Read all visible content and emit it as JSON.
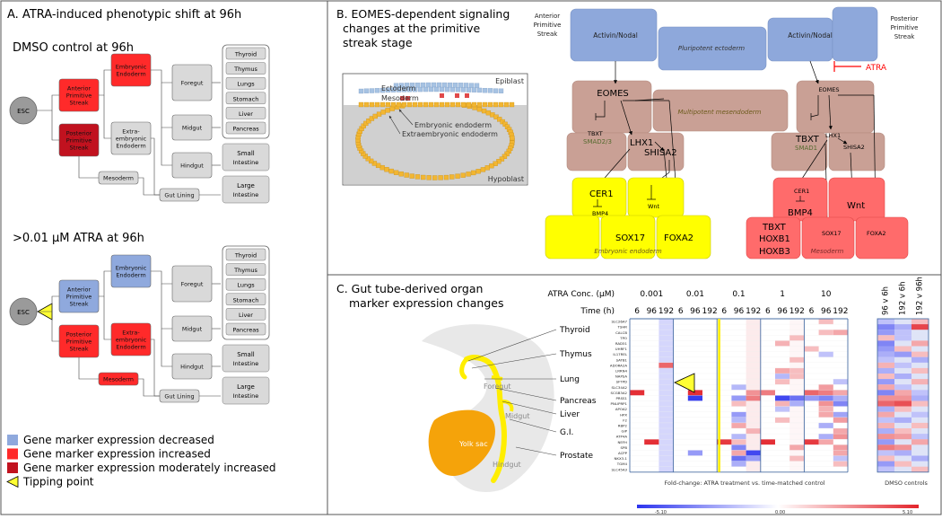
{
  "colors": {
    "decreased": "#8fa9dd",
    "increased": "#ff2a2a",
    "moderate": "#c1121f",
    "neutral": "#d9d9d9",
    "esc": "#9a9a9a",
    "tipping": "#ffff33",
    "activin": "#8ea8db",
    "meso": "#c9a095",
    "yellow": "#ffff00",
    "postred": "#ff6b6b",
    "atra": "#ff0000",
    "heat_blue": "#2c34ee",
    "heat_red": "#e3242b"
  },
  "panel_a": {
    "title": "A. ATRA-induced phenotypic shift at 96h",
    "subtitle_top": "DMSO control at 96h",
    "subtitle_bottom": ">0.01 µM ATRA at 96h",
    "esc": "ESC",
    "lineage": [
      "Anterior Primitive Streak",
      "Posterior Primitive Streak",
      "Embryonic Endoderm",
      "Extra- embryonic Endoderm",
      "Mesoderm",
      "Foregut",
      "Midgut",
      "Hindgut",
      "Gut Lining"
    ],
    "organs": [
      "Thyroid",
      "Thymus",
      "Lungs",
      "Stomach",
      "Liver",
      "Pancreas",
      "Small Intestine",
      "Large Intestine"
    ],
    "state_top": [
      "increased",
      "moderate",
      "increased",
      "neutral",
      "neutral",
      "neutral",
      "neutral",
      "neutral",
      "neutral"
    ],
    "state_bottom": [
      "decreased",
      "increased",
      "decreased",
      "increased",
      "increased",
      "neutral",
      "neutral",
      "neutral",
      "neutral"
    ],
    "legend": [
      {
        "color": "decreased",
        "label": "Gene marker expression decreased"
      },
      {
        "color": "increased",
        "label": "Gene marker expression increased"
      },
      {
        "color": "moderate",
        "label": "Gene marker expression moderately increased"
      },
      {
        "color": "tipping",
        "label": "Tipping point"
      }
    ]
  },
  "panel_b": {
    "title": "B. EOMES-dependent signaling changes at the primitive streak stage",
    "title_lines": [
      "B. EOMES-dependent signaling",
      "changes at the primitive",
      "streak stage"
    ],
    "inset": {
      "epiblast": "Epiblast",
      "hypoblast": "Hypoblast",
      "ectoderm": "Ectoderm",
      "mesoderm": "Mesoderm",
      "emb_endoderm": "Embryonic endoderm",
      "extra_endoderm": "Extraembryonic endoderm"
    },
    "anterior": [
      "Anterior",
      "Primitive",
      "Streak"
    ],
    "posterior": [
      "Posterior",
      "Primitive",
      "Streak"
    ],
    "activin": "Activin/Nodal",
    "pluripotent": "Pluripotent ectoderm",
    "multipotent": "Multipotent mesendoderm",
    "atra": "ATRA",
    "eomes": "EOMES",
    "tbxt": "TBXT",
    "smad23": "SMAD2/3",
    "smad1": "SMAD1",
    "lhx1": "LHX1",
    "shisa2": "SHISA2",
    "cer1": "CER1",
    "bmp4": "BMP4",
    "wnt": "Wnt",
    "sox17": "SOX17",
    "foxa2": "FOXA2",
    "hoxb1": "HOXB1",
    "hoxb3": "HOXB3",
    "emb_endoderm": "Embryonic endoderm",
    "mesoderm": "Mesoderm"
  },
  "panel_c": {
    "title": "C. Gut tube-derived organ marker expression changes",
    "title_lines": [
      "C. Gut tube-derived organ",
      "marker expression changes"
    ],
    "organs": [
      "Thyroid",
      "Thymus",
      "Lung",
      "Pancreas",
      "Liver",
      "G.I.",
      "Prostate"
    ],
    "embryo": {
      "foregut": "Foregut",
      "midgut": "Midgut",
      "hindgut": "Hindgut",
      "yolk_sac": "Yolk sac"
    },
    "conc_label": "ATRA Conc. (µM)",
    "time_label": "Time (h)",
    "concentrations": [
      "0.001",
      "0.01",
      "0.1",
      "1",
      "10"
    ],
    "times": [
      "6",
      "96",
      "192"
    ],
    "dmso_cols": [
      "96 v 6h",
      "192 v 6h",
      "192 v 96h"
    ],
    "genes": [
      "SLC26A7",
      "TSHR",
      "CALCB",
      "TPO",
      "RAD51",
      "UHRF1",
      "IL17REL",
      "SATB1",
      "ADORA2A",
      "LRRN4",
      "NAPSA",
      "SFTPD",
      "SLC34A2",
      "SCGB3A2",
      "PRSS1",
      "PNLIPRP1",
      "APOA2",
      "HPX",
      "F2",
      "RBP2",
      "GIP",
      "ATP4A",
      "NEFH",
      "SPB",
      "ACPP",
      "NKX3-1",
      "TGM4",
      "SLC45A3"
    ],
    "fold_label": "Fold-change: ATRA treatment vs. time-matched control",
    "dmso_label": "DMSO controls",
    "scale": {
      "min": "-5.10",
      "mid": "0.00",
      "max": "5.10"
    }
  },
  "heatmap": {
    "column_shade": [
      0.0,
      0.0,
      -0.4,
      0.0,
      0.0,
      0.0,
      0.0,
      0.0,
      0.18,
      0.0,
      0.0,
      0.08,
      0.0,
      0.0,
      0.0
    ],
    "cells": [
      [
        2,
        14,
        0.4
      ],
      [
        8,
        2,
        0.7
      ],
      [
        13,
        0,
        0.95
      ],
      [
        13,
        4,
        0.95
      ],
      [
        13,
        8,
        0.5
      ],
      [
        13,
        9,
        0.6
      ],
      [
        13,
        12,
        0.7
      ],
      [
        13,
        13,
        0.6
      ],
      [
        13,
        14,
        0.4
      ],
      [
        14,
        4,
        -0.95
      ],
      [
        14,
        7,
        -0.5
      ],
      [
        14,
        8,
        0.6
      ],
      [
        14,
        10,
        -0.9
      ],
      [
        14,
        11,
        -0.7
      ],
      [
        14,
        12,
        -0.5
      ],
      [
        14,
        13,
        -0.6
      ],
      [
        14,
        14,
        -0.4
      ],
      [
        12,
        7,
        -0.35
      ],
      [
        12,
        13,
        0.45
      ],
      [
        15,
        7,
        0.3
      ],
      [
        15,
        10,
        0.35
      ],
      [
        15,
        11,
        -0.4
      ],
      [
        15,
        13,
        0.5
      ],
      [
        15,
        14,
        -0.6
      ],
      [
        16,
        13,
        0.35
      ],
      [
        16,
        10,
        -0.3
      ],
      [
        17,
        7,
        -0.5
      ],
      [
        17,
        14,
        -0.45
      ],
      [
        17,
        13,
        0.4
      ],
      [
        18,
        7,
        -0.35
      ],
      [
        18,
        10,
        0.3
      ],
      [
        18,
        14,
        0.45
      ],
      [
        19,
        7,
        0.4
      ],
      [
        19,
        13,
        -0.4
      ],
      [
        20,
        8,
        0.35
      ],
      [
        20,
        14,
        0.4
      ],
      [
        21,
        7,
        -0.35
      ],
      [
        21,
        13,
        -0.4
      ],
      [
        21,
        14,
        0.5
      ],
      [
        22,
        1,
        0.95
      ],
      [
        22,
        6,
        0.9
      ],
      [
        22,
        9,
        0.95
      ],
      [
        22,
        12,
        0.9
      ],
      [
        22,
        7,
        0.3
      ],
      [
        22,
        13,
        0.4
      ],
      [
        23,
        7,
        -0.6
      ],
      [
        23,
        11,
        0.4
      ],
      [
        23,
        14,
        0.45
      ],
      [
        24,
        4,
        -0.5
      ],
      [
        24,
        7,
        0.4
      ],
      [
        24,
        8,
        -0.9
      ],
      [
        24,
        14,
        0.4
      ],
      [
        25,
        7,
        -0.7
      ],
      [
        25,
        8,
        -0.5
      ],
      [
        25,
        11,
        0.3
      ],
      [
        25,
        14,
        -0.3
      ],
      [
        26,
        7,
        -0.4
      ],
      [
        26,
        14,
        0.3
      ],
      [
        9,
        10,
        0.4
      ],
      [
        9,
        11,
        0.3
      ],
      [
        10,
        10,
        -0.35
      ],
      [
        10,
        11,
        0.3
      ],
      [
        11,
        10,
        0.3
      ],
      [
        11,
        14,
        -0.3
      ],
      [
        2,
        13,
        0.3
      ],
      [
        0,
        13,
        0.3
      ],
      [
        3,
        11,
        0.3
      ],
      [
        4,
        10,
        0.35
      ],
      [
        5,
        12,
        0.3
      ],
      [
        6,
        13,
        -0.3
      ],
      [
        7,
        11,
        0.3
      ]
    ],
    "dmso_cells": [
      [
        0,
        0,
        -0.3
      ],
      [
        0,
        2,
        0.3
      ],
      [
        1,
        0,
        -0.6
      ],
      [
        1,
        1,
        -0.4
      ],
      [
        1,
        2,
        0.85
      ],
      [
        2,
        0,
        -0.5
      ],
      [
        2,
        1,
        -0.3
      ],
      [
        3,
        0,
        0.3
      ],
      [
        3,
        1,
        -0.3
      ],
      [
        4,
        0,
        -0.6
      ],
      [
        4,
        2,
        0.4
      ],
      [
        5,
        0,
        -0.5
      ],
      [
        5,
        1,
        0.3
      ],
      [
        6,
        0,
        -0.4
      ],
      [
        6,
        1,
        -0.5
      ],
      [
        6,
        2,
        0.3
      ],
      [
        7,
        0,
        -0.3
      ],
      [
        7,
        2,
        -0.4
      ],
      [
        8,
        0,
        0.35
      ],
      [
        8,
        1,
        -0.3
      ],
      [
        9,
        0,
        -0.4
      ],
      [
        9,
        2,
        0.3
      ],
      [
        10,
        0,
        0.3
      ],
      [
        10,
        1,
        -0.4
      ],
      [
        11,
        0,
        -0.5
      ],
      [
        11,
        2,
        0.35
      ],
      [
        12,
        0,
        0.4
      ],
      [
        12,
        1,
        -0.3
      ],
      [
        13,
        0,
        -0.6
      ],
      [
        13,
        1,
        0.4
      ],
      [
        13,
        2,
        -0.3
      ],
      [
        14,
        0,
        0.5
      ],
      [
        14,
        1,
        0.5
      ],
      [
        14,
        2,
        -0.4
      ],
      [
        15,
        0,
        0.7
      ],
      [
        15,
        1,
        0.8
      ],
      [
        15,
        2,
        0.3
      ],
      [
        16,
        0,
        -0.4
      ],
      [
        16,
        1,
        0.3
      ],
      [
        17,
        0,
        0.4
      ],
      [
        17,
        2,
        -0.3
      ],
      [
        18,
        0,
        -0.3
      ],
      [
        18,
        1,
        -0.4
      ],
      [
        19,
        0,
        0.35
      ],
      [
        19,
        2,
        0.3
      ],
      [
        20,
        0,
        -0.4
      ],
      [
        20,
        1,
        0.3
      ],
      [
        21,
        0,
        0.5
      ],
      [
        21,
        1,
        0.45
      ],
      [
        21,
        2,
        -0.3
      ],
      [
        22,
        0,
        -0.5
      ],
      [
        22,
        2,
        0.4
      ],
      [
        23,
        0,
        0.6
      ],
      [
        23,
        1,
        0.5
      ],
      [
        24,
        0,
        -0.3
      ],
      [
        24,
        1,
        -0.4
      ],
      [
        25,
        0,
        0.3
      ],
      [
        25,
        2,
        -0.4
      ],
      [
        26,
        0,
        -0.5
      ],
      [
        26,
        1,
        0.3
      ],
      [
        27,
        0,
        -0.3
      ],
      [
        27,
        2,
        0.3
      ]
    ]
  }
}
